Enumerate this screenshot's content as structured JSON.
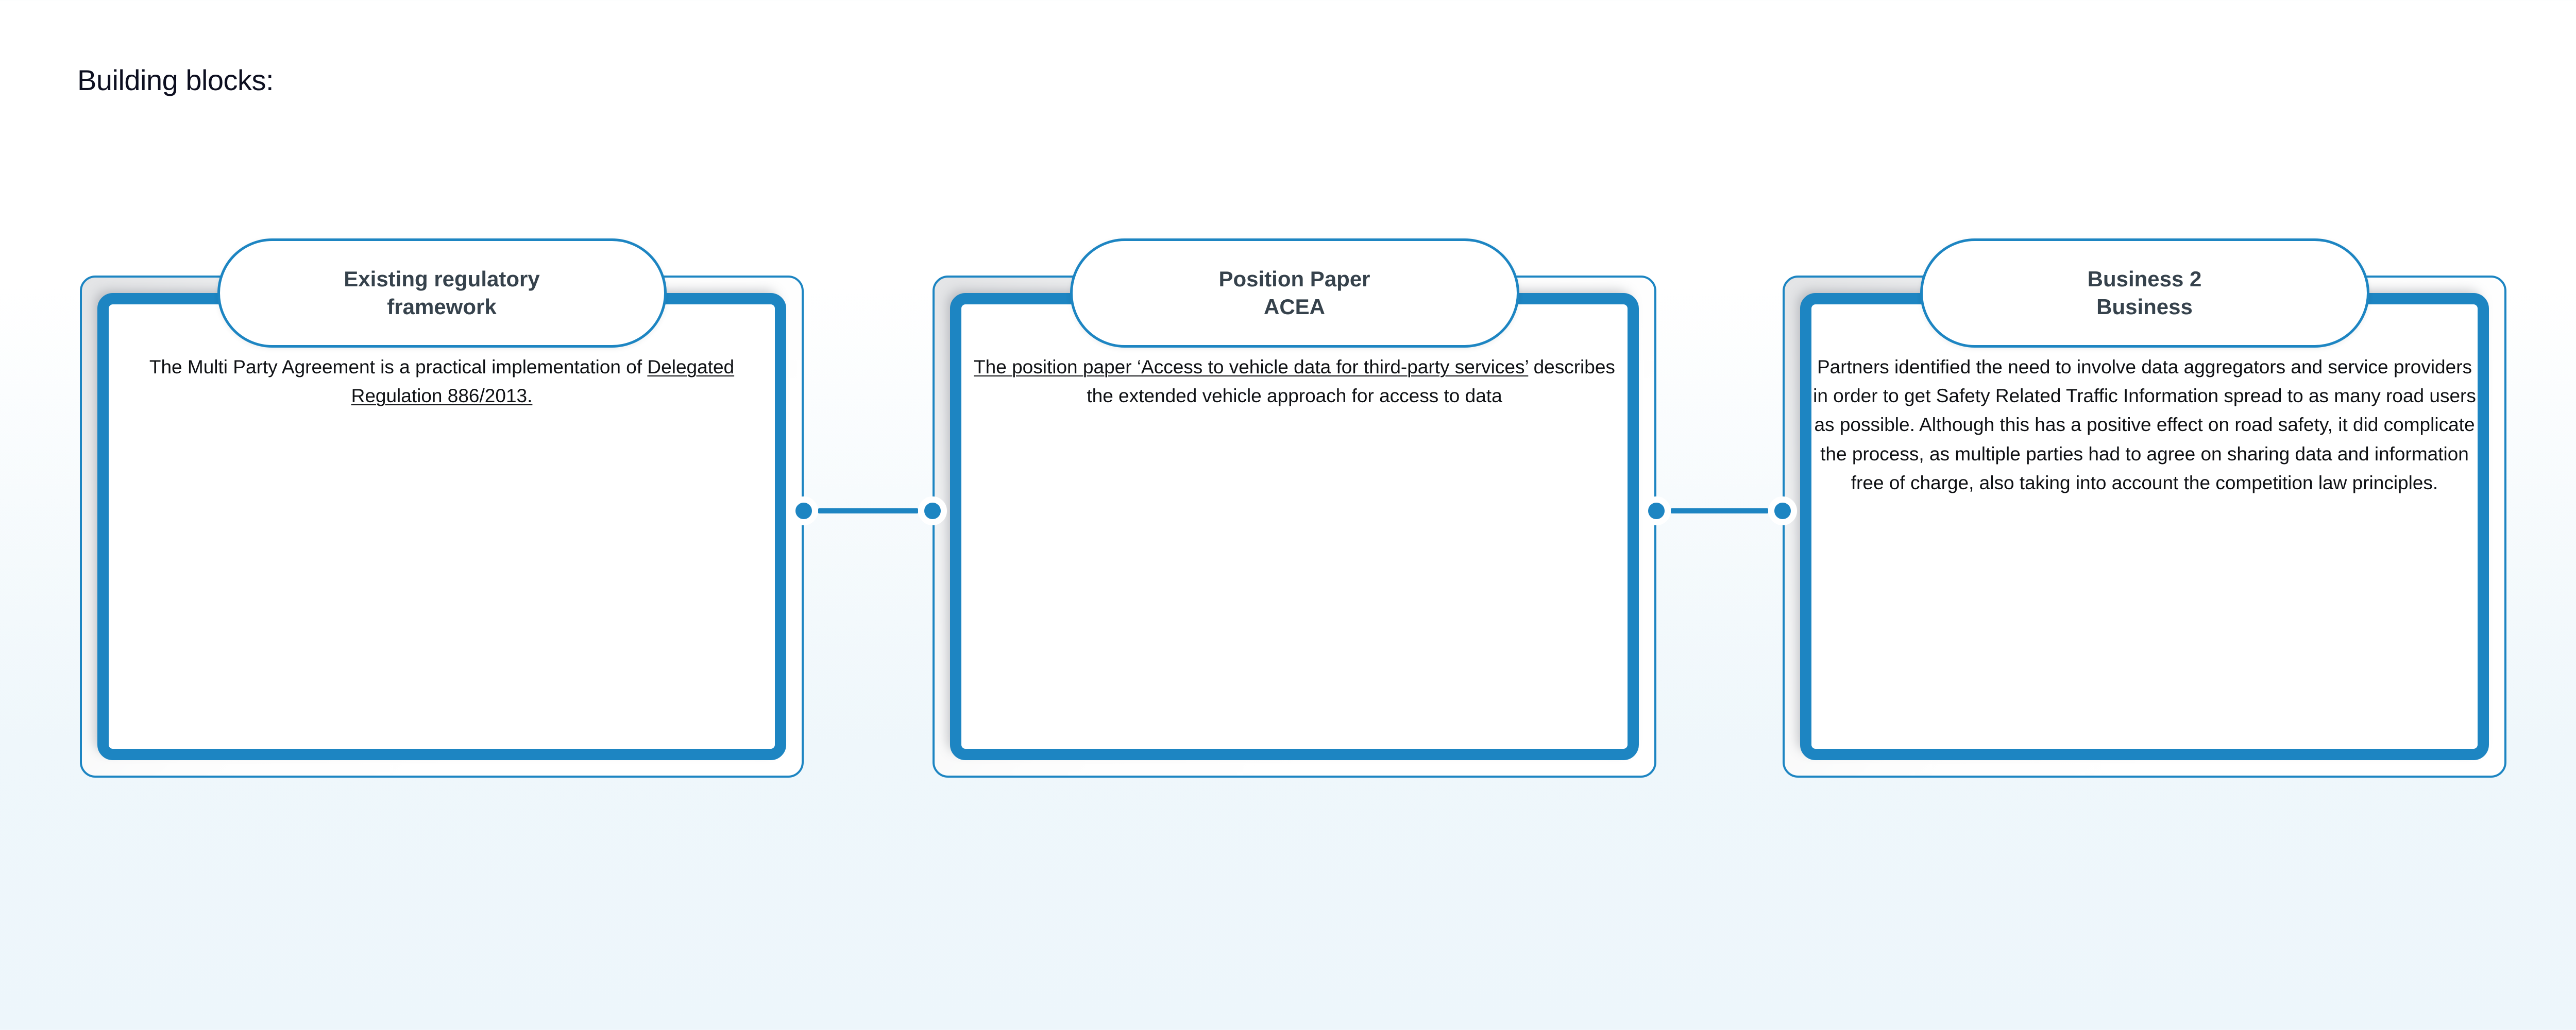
{
  "page": {
    "title": "Building blocks:",
    "accent_color": "#1d85c2",
    "badge_text_color": "#36424c",
    "title_color": "#0d0f20",
    "background_top_color": "#ffffff",
    "background_bottom_color": "#eff7fb"
  },
  "cards": [
    {
      "badge_label": "Existing regulatory\nframework",
      "body_prefix": "The Multi Party Agreement is a practical implementation of ",
      "body_link": "Delegated Regulation 886/2013.",
      "body_suffix": ""
    },
    {
      "badge_label": "Position Paper\nACEA",
      "body_prefix": "",
      "body_link": "The position paper ‘Access to vehicle data for third-party services’",
      "body_suffix": " describes the extended vehicle approach for access to data"
    },
    {
      "badge_label": "Business 2\nBusiness",
      "body_prefix": "Partners identified the need to involve data aggregators and service providers in order to get Safety Related Traffic Information spread to as many road users as possible. Although this has a positive effect on road safety, it did complicate the process, as multiple parties had to agree on sharing data and information free of charge, also taking into account the competition law principles.",
      "body_link": "",
      "body_suffix": ""
    }
  ],
  "connectors": [
    {
      "name": "connector-card1-card2"
    },
    {
      "name": "connector-card2-card3"
    }
  ]
}
